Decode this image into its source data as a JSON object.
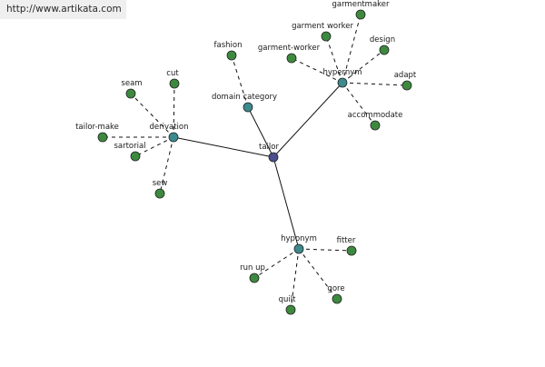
{
  "source_url": "http://www.artikata.com",
  "colors": {
    "center_node": "#4a4e8c",
    "category_node": "#3d8a8e",
    "leaf_node": "#3d8a3f",
    "node_stroke": "#222222",
    "edge": "#111111",
    "banner_bg": "#efefef"
  },
  "nodes": [
    {
      "id": "tailor",
      "label": "tailor",
      "kind": "center"
    },
    {
      "id": "domain_category",
      "label": "domain category",
      "kind": "category"
    },
    {
      "id": "hypernym",
      "label": "hypernym",
      "kind": "category"
    },
    {
      "id": "derivation",
      "label": "derivation",
      "kind": "category"
    },
    {
      "id": "hyponym",
      "label": "hyponym",
      "kind": "category"
    },
    {
      "id": "fashion",
      "label": "fashion",
      "kind": "leaf"
    },
    {
      "id": "garmentmaker",
      "label": "garmentmaker",
      "kind": "leaf"
    },
    {
      "id": "garment_worker",
      "label": "garment worker",
      "kind": "leaf"
    },
    {
      "id": "design",
      "label": "design",
      "kind": "leaf"
    },
    {
      "id": "garment_worker2",
      "label": "garment-worker",
      "kind": "leaf"
    },
    {
      "id": "adapt",
      "label": "adapt",
      "kind": "leaf"
    },
    {
      "id": "accommodate",
      "label": "accommodate",
      "kind": "leaf"
    },
    {
      "id": "seam",
      "label": "seam",
      "kind": "leaf"
    },
    {
      "id": "cut",
      "label": "cut",
      "kind": "leaf"
    },
    {
      "id": "tailor_make",
      "label": "tailor-make",
      "kind": "leaf"
    },
    {
      "id": "sartorial",
      "label": "sartorial",
      "kind": "leaf"
    },
    {
      "id": "sew",
      "label": "sew",
      "kind": "leaf"
    },
    {
      "id": "fitter",
      "label": "fitter",
      "kind": "leaf"
    },
    {
      "id": "run_up",
      "label": "run up",
      "kind": "leaf"
    },
    {
      "id": "gore",
      "label": "gore",
      "kind": "leaf"
    },
    {
      "id": "quilt",
      "label": "quilt",
      "kind": "leaf"
    }
  ],
  "edges": [
    {
      "from": "tailor",
      "to": "domain_category",
      "style": "solid"
    },
    {
      "from": "tailor",
      "to": "hypernym",
      "style": "solid"
    },
    {
      "from": "tailor",
      "to": "derivation",
      "style": "solid"
    },
    {
      "from": "tailor",
      "to": "hyponym",
      "style": "solid"
    },
    {
      "from": "domain_category",
      "to": "fashion",
      "style": "dashed"
    },
    {
      "from": "hypernym",
      "to": "garmentmaker",
      "style": "dashed"
    },
    {
      "from": "hypernym",
      "to": "garment_worker",
      "style": "dashed"
    },
    {
      "from": "hypernym",
      "to": "design",
      "style": "dashed"
    },
    {
      "from": "hypernym",
      "to": "garment_worker2",
      "style": "dashed"
    },
    {
      "from": "hypernym",
      "to": "adapt",
      "style": "dashed"
    },
    {
      "from": "hypernym",
      "to": "accommodate",
      "style": "dashed"
    },
    {
      "from": "derivation",
      "to": "seam",
      "style": "dashed"
    },
    {
      "from": "derivation",
      "to": "cut",
      "style": "dashed"
    },
    {
      "from": "derivation",
      "to": "tailor_make",
      "style": "dashed"
    },
    {
      "from": "derivation",
      "to": "sartorial",
      "style": "dashed"
    },
    {
      "from": "derivation",
      "to": "sew",
      "style": "dashed"
    },
    {
      "from": "hyponym",
      "to": "fitter",
      "style": "dashed"
    },
    {
      "from": "hyponym",
      "to": "run_up",
      "style": "dashed"
    },
    {
      "from": "hyponym",
      "to": "gore",
      "style": "dashed"
    },
    {
      "from": "hyponym",
      "to": "quilt",
      "style": "dashed"
    }
  ]
}
